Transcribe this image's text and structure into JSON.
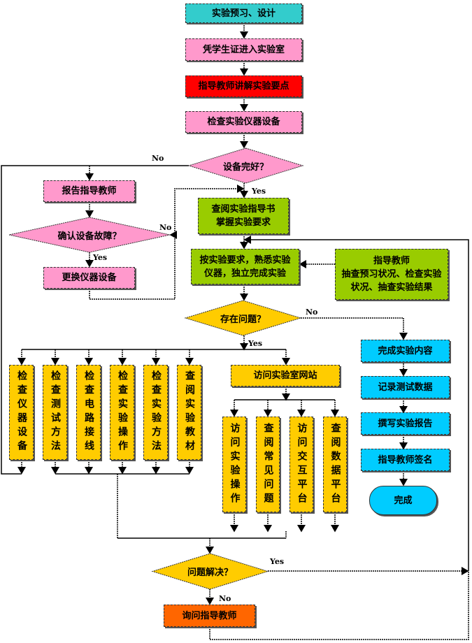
{
  "nodes": {
    "preview": "实验预习、设计",
    "enter": "凭学生证进入实验室",
    "explain": "指导教师讲解实验要点",
    "check_equipment": "检查实验仪器设备",
    "equipment_ok": "设备完好？",
    "report_teacher": "报告指导教师",
    "confirm_fault": "确认设备故障？",
    "replace_equipment": "更换仪器设备",
    "read_guide_1": "查阅实验指导书",
    "read_guide_2": "掌握实验要求",
    "do_experiment_1": "按实验要求，熟悉实验",
    "do_experiment_2": "仪器，独立完成实验",
    "teacher_check_1": "指导教师",
    "teacher_check_2": "抽查预习状况、检查实验",
    "teacher_check_3": "状况、抽查实验结果",
    "has_problem": "存在问题？",
    "check_items": [
      "检查仪器设备",
      "检查测试方法",
      "检查电路接线",
      "检查实验操作",
      "检查实验方法",
      "查阅实验教材"
    ],
    "visit_website": "访问实验室网站",
    "website_items": [
      "访问实验操作",
      "查阅常见问题",
      "访问交互平台",
      "查阅数据平台"
    ],
    "finish_steps": [
      "完成实验内容",
      "记录测试数据",
      "撰写实验报告",
      "指导教师签名"
    ],
    "done": "完成",
    "problem_solved": "问题解决？",
    "ask_teacher": "询问指导教师"
  },
  "edge_labels": {
    "equipment_ok_no": "No",
    "equipment_ok_yes": "Yes",
    "confirm_fault_no": "No",
    "confirm_fault_yes": "Yes",
    "has_problem_no": "No",
    "has_problem_yes": "Yes",
    "problem_solved_yes": "Yes",
    "problem_solved_no": "No"
  },
  "colors": {
    "teal": "#33cccc",
    "pink": "#ff99cc",
    "red": "#ff0000",
    "green": "#99cc00",
    "gold": "#ffcc00",
    "cyan": "#00ccff",
    "orange": "#ff6600"
  }
}
